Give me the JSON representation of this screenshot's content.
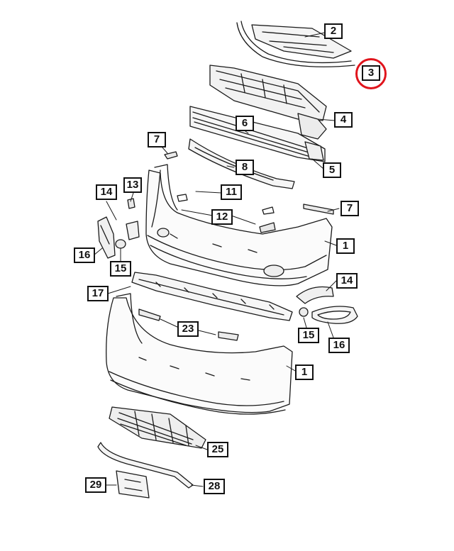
{
  "diagram": {
    "callouts": {
      "c2": "2",
      "c3": "3",
      "c4": "4",
      "c5": "5",
      "c6": "6",
      "c7a": "7",
      "c7b": "7",
      "c8": "8",
      "c11": "11",
      "c12": "12",
      "c13": "13",
      "c14a": "14",
      "c14b": "14",
      "c15a": "15",
      "c15b": "15",
      "c16a": "16",
      "c16b": "16",
      "c17": "17",
      "c1a": "1",
      "c1b": "1",
      "c23": "23",
      "c25": "25",
      "c28": "28",
      "c29": "29"
    },
    "highlight_color": "#e0141c"
  }
}
